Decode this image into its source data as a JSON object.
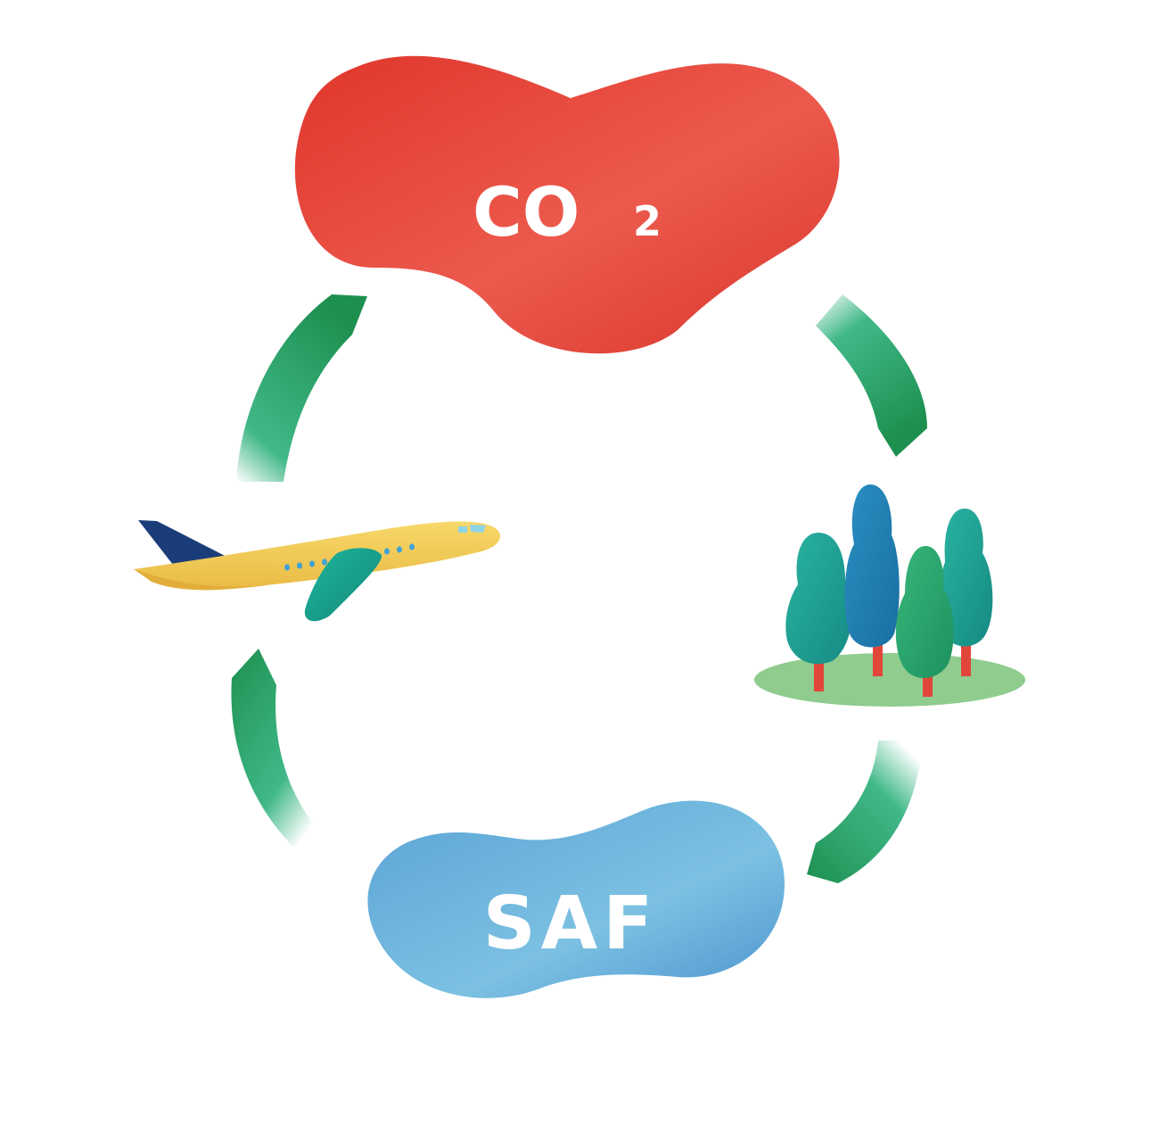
{
  "co2": {
    "label": "CO",
    "subscript": "2",
    "color": "#e8463d"
  },
  "saf": {
    "label": "SAF",
    "color": "#6fb3dc"
  },
  "arrow_color": "#1f9a5a",
  "icons": {
    "airplane": "airplane-icon",
    "trees": "trees-icon"
  }
}
